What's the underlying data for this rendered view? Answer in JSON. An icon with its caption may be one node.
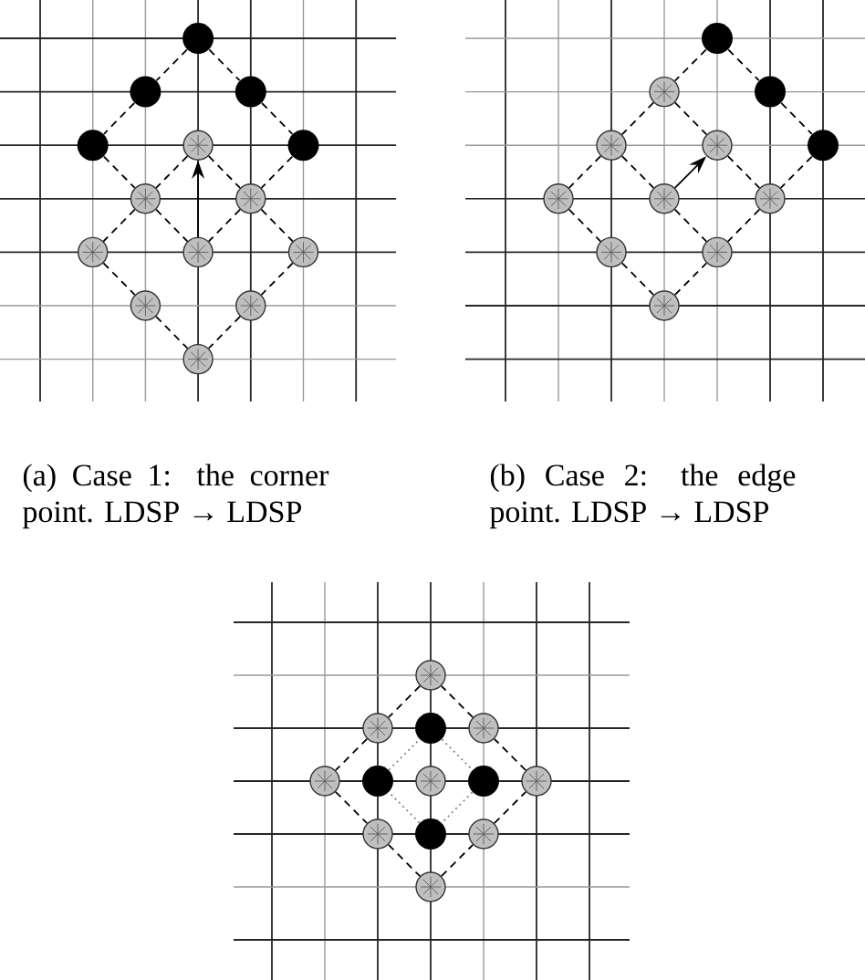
{
  "diagram": {
    "nodes": [
      {
        "text": [],
        "shape": "dot"
      },
      {
        "text": [],
        "shape": "dot"
      },
      {
        "text": [],
        "shape": "dot"
      },
      {
        "text": [],
        "shape": "dot"
      },
      {
        "text": [],
        "shape": "circle"
      },
      {
        "text": [],
        "shape": "dot"
      },
      {
        "text": [],
        "shape": "circle"
      },
      {
        "text": [],
        "shape": "circle"
      },
      {
        "text": [],
        "shape": "circle"
      },
      {
        "text": [],
        "shape": "circle"
      },
      {
        "text": [],
        "shape": "circle"
      },
      {
        "text": [],
        "shape": "circle"
      },
      {
        "text": [],
        "shape": "circle"
      },
      {
        "text": [],
        "shape": "circle"
      },
      {
        "text": [],
        "shape": "dot"
      },
      {
        "text": [],
        "shape": "circle"
      },
      {
        "text": [],
        "shape": "dot"
      },
      {
        "text": [],
        "shape": "circle"
      },
      {
        "text": [],
        "shape": "circle"
      },
      {
        "text": [],
        "shape": "dot"
      },
      {
        "text": [],
        "shape": "circle"
      },
      {
        "text": [],
        "shape": "circle"
      },
      {
        "text": [],
        "shape": "circle"
      },
      {
        "text": [],
        "shape": "circle"
      },
      {
        "text": [],
        "shape": "circle"
      },
      {
        "text": [],
        "shape": "circle"
      },
      {
        "text": [],
        "shape": "circle"
      },
      {
        "text": [],
        "shape": "circle"
      },
      {
        "text": [],
        "shape": "dot"
      },
      {
        "text": [],
        "shape": "circle"
      },
      {
        "text": [],
        "shape": "circle"
      },
      {
        "text": [],
        "shape": "dot"
      },
      {
        "text": [],
        "shape": "circle"
      },
      {
        "text": [],
        "shape": "dot"
      },
      {
        "text": [],
        "shape": "circle"
      },
      {
        "text": [],
        "shape": "circle"
      },
      {
        "text": [],
        "shape": "dot"
      },
      {
        "text": [],
        "shape": "circle"
      },
      {
        "text": [],
        "shape": "circle"
      }
    ],
    "edges": [
      {
        "from": 0,
        "to": 1,
        "arrow": "none",
        "style": "dashed"
      },
      {
        "from": 1,
        "to": 3,
        "arrow": "none",
        "style": "dashed"
      },
      {
        "from": 0,
        "to": 2,
        "arrow": "none",
        "style": "dashed"
      },
      {
        "from": 2,
        "to": 5,
        "arrow": "none",
        "style": "dashed"
      },
      {
        "from": 3,
        "to": 6,
        "arrow": "none",
        "style": "dashed"
      },
      {
        "from": 6,
        "to": 9,
        "arrow": "none",
        "style": "dashed"
      },
      {
        "from": 5,
        "to": 7,
        "arrow": "none",
        "style": "dashed"
      },
      {
        "from": 7,
        "to": 9,
        "arrow": "none",
        "style": "dashed"
      },
      {
        "from": 4,
        "to": 6,
        "arrow": "none",
        "style": "dashed"
      },
      {
        "from": 6,
        "to": 8,
        "arrow": "none",
        "style": "dashed"
      },
      {
        "from": 4,
        "to": 7,
        "arrow": "none",
        "style": "dashed"
      },
      {
        "from": 7,
        "to": 10,
        "arrow": "none",
        "style": "dashed"
      },
      {
        "from": 8,
        "to": 11,
        "arrow": "none",
        "style": "dashed"
      },
      {
        "from": 11,
        "to": 13,
        "arrow": "none",
        "style": "dashed"
      },
      {
        "from": 10,
        "to": 12,
        "arrow": "none",
        "style": "dashed"
      },
      {
        "from": 12,
        "to": 13,
        "arrow": "none",
        "style": "dashed"
      },
      {
        "from": 9,
        "to": 4,
        "arrow": "to"
      },
      {
        "from": 14,
        "to": 15,
        "arrow": "none",
        "style": "dashed"
      },
      {
        "from": 15,
        "to": 17,
        "arrow": "none",
        "style": "dashed"
      },
      {
        "from": 14,
        "to": 16,
        "arrow": "none",
        "style": "dashed"
      },
      {
        "from": 16,
        "to": 19,
        "arrow": "none",
        "style": "dashed"
      },
      {
        "from": 19,
        "to": 22,
        "arrow": "none",
        "style": "dashed"
      },
      {
        "from": 22,
        "to": 24,
        "arrow": "none",
        "style": "dashed"
      },
      {
        "from": 17,
        "to": 21,
        "arrow": "none",
        "style": "dashed"
      },
      {
        "from": 21,
        "to": 24,
        "arrow": "none",
        "style": "dashed"
      },
      {
        "from": 17,
        "to": 20,
        "arrow": "none",
        "style": "dashed"
      },
      {
        "from": 20,
        "to": 23,
        "arrow": "none",
        "style": "dashed"
      },
      {
        "from": 23,
        "to": 25,
        "arrow": "none",
        "style": "dashed"
      },
      {
        "from": 25,
        "to": 24,
        "arrow": "none",
        "style": "dashed"
      },
      {
        "from": 15,
        "to": 18,
        "arrow": "none",
        "style": "dashed"
      },
      {
        "from": 18,
        "to": 22,
        "arrow": "none",
        "style": "dashed"
      },
      {
        "from": 21,
        "to": 18,
        "arrow": "to"
      },
      {
        "from": 26,
        "to": 27,
        "arrow": "none",
        "style": "dashed"
      },
      {
        "from": 27,
        "to": 30,
        "arrow": "none",
        "style": "dashed"
      },
      {
        "from": 30,
        "to": 35,
        "arrow": "none",
        "style": "dashed"
      },
      {
        "from": 35,
        "to": 38,
        "arrow": "none",
        "style": "dashed"
      },
      {
        "from": 38,
        "to": 37,
        "arrow": "none",
        "style": "dashed"
      },
      {
        "from": 37,
        "to": 34,
        "arrow": "none",
        "style": "dashed"
      },
      {
        "from": 34,
        "to": 29,
        "arrow": "none",
        "style": "dashed"
      },
      {
        "from": 29,
        "to": 26,
        "arrow": "none",
        "style": "dashed"
      },
      {
        "from": 28,
        "to": 33,
        "arrow": "none",
        "style": "dashed",
        "color": "#808080"
      },
      {
        "from": 33,
        "to": 36,
        "arrow": "none",
        "style": "dashed",
        "color": "#808080"
      },
      {
        "from": 36,
        "to": 31,
        "arrow": "none",
        "style": "dashed",
        "color": "#808080"
      },
      {
        "from": 31,
        "to": 28,
        "arrow": "none",
        "style": "dashed",
        "color": "#808080"
      }
    ],
    "labels": [
      "(a) Case 1: the corner point. LDSP → LDSP",
      "(b) Case 2: the edge point. LDSP → LDSP"
    ]
  }
}
